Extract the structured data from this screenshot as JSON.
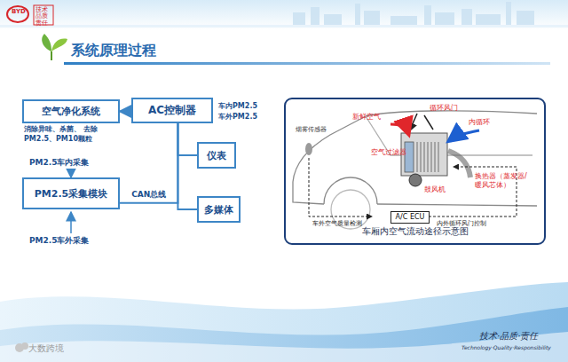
{
  "diagram": {
    "title": "系统原理过程",
    "nodes": [
      {
        "text": [
          "空气净化系统",
          "消除异味、杀菌、 去除PM2.5、PM10颗粒"
        ]
      },
      {
        "text": [
          "AC控制器"
        ]
      },
      {
        "text": [
          "PM2.5采集模块"
        ]
      },
      {
        "text": [
          "仪表"
        ]
      },
      {
        "text": [
          "多媒体"
        ]
      },
      {
        "text": [
          "车厢内空气流动途径示意图"
        ]
      },
      {
        "text": [
          "A/C ECU"
        ],
        "in": 5
      }
    ],
    "edges": [
      {
        "from": 1,
        "to": 0,
        "arrow": "to"
      },
      {
        "from": 1,
        "to": 3,
        "arrow": "none"
      },
      {
        "from": 1,
        "to": 4,
        "arrow": "none"
      },
      {
        "from": 1,
        "to": 2,
        "arrow": "none",
        "label": "CAN总线"
      }
    ],
    "labels": [
      "BYD",
      "技术品质责任",
      "车内PM2.5",
      "车外PM2.5",
      "PM2.5车内采集",
      "PM2.5车外采集",
      "循环风门",
      "新鲜空气",
      "内循环",
      "烟雾传感器",
      "空气过滤器",
      "换热器（蒸发器/暖风芯体）",
      "鼓风机",
      "车外空气质量检测",
      "内外循环风门控制",
      "大数跨境",
      "技术·品质·责任",
      "Technology·Quality·Responsibility"
    ]
  }
}
